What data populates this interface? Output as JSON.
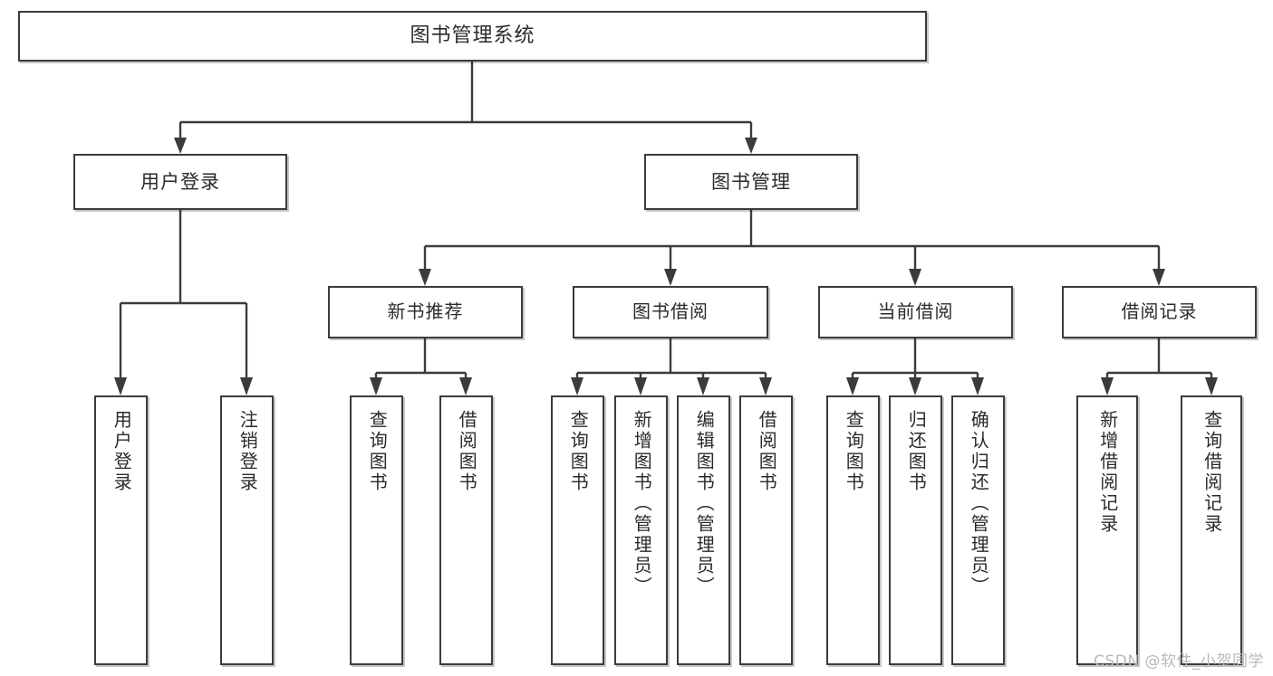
{
  "diagram": {
    "title": "图书管理系统",
    "type": "tree-hierarchy-chart",
    "watermark": "CSDN @软件_小贺同学",
    "colors": {
      "stroke": "#3b3b3b",
      "box_fill": "#ffffff",
      "text": "#2b2b2b",
      "watermark": "#b9b9b9",
      "background": "#ffffff"
    }
  },
  "nodes": {
    "root": {
      "label": "图书管理系统"
    },
    "level2": [
      {
        "label": "用户登录"
      },
      {
        "label": "图书管理"
      }
    ],
    "level3": [
      {
        "label": "新书推荐"
      },
      {
        "label": "图书借阅"
      },
      {
        "label": "当前借阅"
      },
      {
        "label": "借阅记录"
      }
    ],
    "leaves": {
      "user_login": [
        {
          "label": "用户登录"
        },
        {
          "label": "注销登录"
        }
      ],
      "new_book_recommend": [
        {
          "label": "查询图书"
        },
        {
          "label": "借阅图书"
        }
      ],
      "book_borrow": [
        {
          "label": "查询图书"
        },
        {
          "label": "新增图书（管理员）"
        },
        {
          "label": "编辑图书（管理员）"
        },
        {
          "label": "借阅图书"
        }
      ],
      "current_borrow": [
        {
          "label": "查询图书"
        },
        {
          "label": "归还图书"
        },
        {
          "label": "确认归还（管理员）"
        }
      ],
      "borrow_record": [
        {
          "label": "新增借阅记录"
        },
        {
          "label": "查询借阅记录"
        }
      ]
    }
  }
}
